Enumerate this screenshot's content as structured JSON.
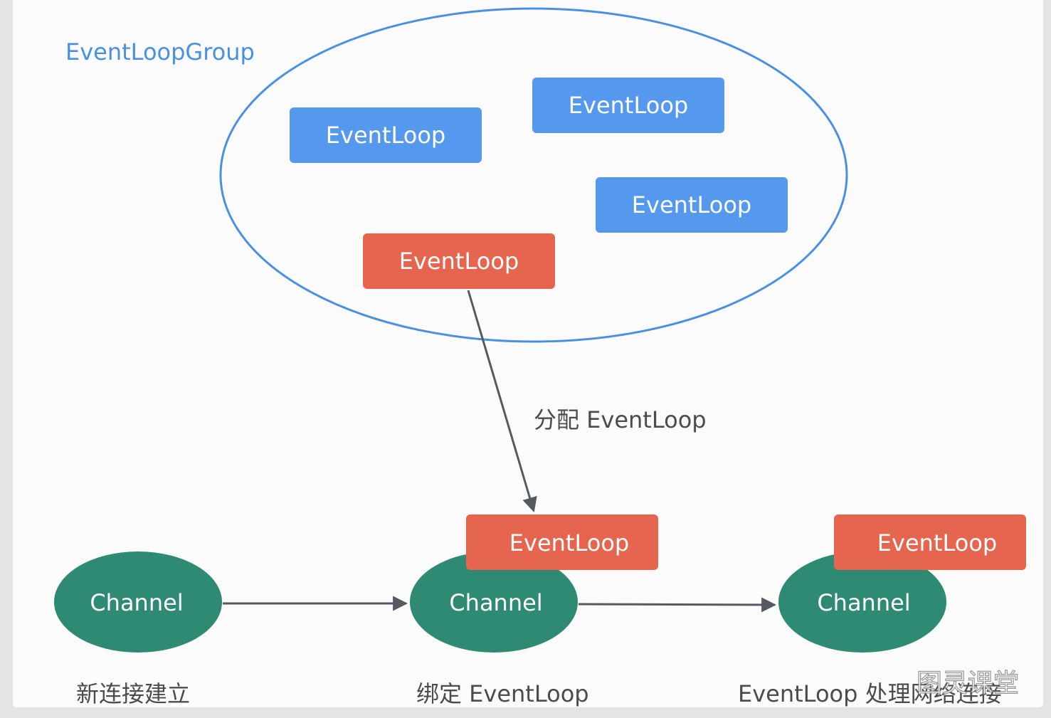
{
  "group": {
    "label": "EventLoopGroup",
    "event_loops": [
      {
        "label": "EventLoop",
        "state": "idle"
      },
      {
        "label": "EventLoop",
        "state": "idle"
      },
      {
        "label": "EventLoop",
        "state": "idle"
      },
      {
        "label": "EventLoop",
        "state": "assigned"
      }
    ]
  },
  "assign_label": "分配 EventLoop",
  "stages": [
    {
      "channel_label": "Channel",
      "caption": "新连接建立"
    },
    {
      "channel_label": "Channel",
      "event_loop_label": "EventLoop",
      "caption": "绑定 EventLoop"
    },
    {
      "channel_label": "Channel",
      "event_loop_label": "EventLoop",
      "caption": "EventLoop 处理网络连接"
    }
  ],
  "watermark": "图灵课堂",
  "colors": {
    "group_outline": "#4a90e2",
    "idle_loop": "#5599ee",
    "assigned_loop": "#e5654f",
    "channel": "#2e8a72",
    "arrow": "#555a62",
    "label_dark": "#4b4b4b"
  }
}
